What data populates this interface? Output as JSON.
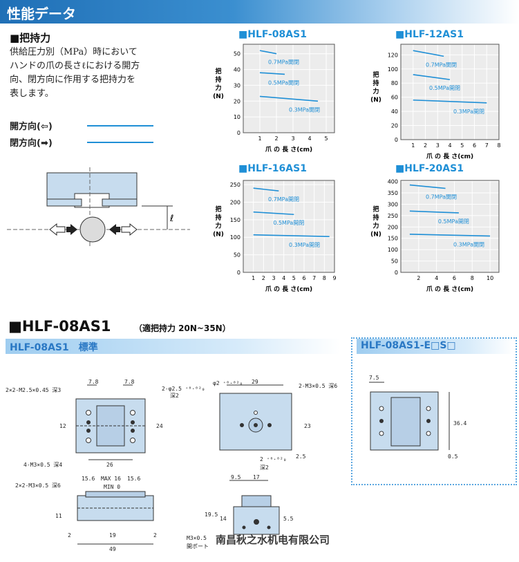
{
  "header": {
    "title": "性能データ"
  },
  "grip_section": {
    "title": "■把持力",
    "description_lines": [
      "供給圧力別（MPa）時において",
      "ハンドの爪の長さℓにおける開方",
      "向、閉方向に作用する把持力を",
      "表します。"
    ],
    "legend": [
      {
        "label": "開方向(⇦)"
      },
      {
        "label": "閉方向(➡)"
      }
    ],
    "diagram": {
      "dim_label": "ℓ"
    }
  },
  "chart_data": [
    {
      "type": "line",
      "title": "■HLF-08AS1",
      "xlabel": "爪 の 長 さ(cm)",
      "ylabel": "把持力(N)",
      "xticks": [
        1,
        2,
        3,
        4,
        5
      ],
      "yticks": [
        0,
        10,
        20,
        30,
        40,
        50
      ],
      "xlim": [
        0,
        5.5
      ],
      "ylim": [
        0,
        56
      ],
      "series": [
        {
          "name": "0.7MPa開閉",
          "x": [
            1,
            2
          ],
          "y": [
            52,
            50
          ]
        },
        {
          "name": "0.5MPa開閉",
          "x": [
            1,
            2.5
          ],
          "y": [
            38,
            37
          ]
        },
        {
          "name": "0.3MPa開閉",
          "x": [
            1,
            4.5
          ],
          "y": [
            23,
            20
          ]
        }
      ]
    },
    {
      "type": "line",
      "title": "■HLF-12AS1",
      "xlabel": "爪 の 長 さ(cm)",
      "ylabel": "把持力(N)",
      "xticks": [
        1,
        2,
        3,
        4,
        5,
        6,
        7,
        8
      ],
      "yticks": [
        0,
        20,
        40,
        60,
        80,
        100,
        120
      ],
      "xlim": [
        0,
        8
      ],
      "ylim": [
        0,
        135
      ],
      "series": [
        {
          "name": "0.7MPa開閉",
          "x": [
            1,
            3.5
          ],
          "y": [
            126,
            118
          ]
        },
        {
          "name": "0.5MPa開閉",
          "x": [
            1,
            4
          ],
          "y": [
            92,
            85
          ]
        },
        {
          "name": "0.3MPa開閉",
          "x": [
            1,
            7
          ],
          "y": [
            56,
            52
          ]
        }
      ]
    },
    {
      "type": "line",
      "title": "■HLF-16AS1",
      "xlabel": "爪 の 長 さ(cm)",
      "ylabel": "把持力(N)",
      "xticks": [
        1,
        2,
        3,
        4,
        5,
        6,
        7,
        8,
        9
      ],
      "yticks": [
        0,
        50,
        100,
        150,
        200,
        250
      ],
      "xlim": [
        0,
        9
      ],
      "ylim": [
        0,
        262
      ],
      "series": [
        {
          "name": "0.7MPa開閉",
          "x": [
            1,
            3.5
          ],
          "y": [
            240,
            232
          ]
        },
        {
          "name": "0.5MPa開閉",
          "x": [
            1,
            5
          ],
          "y": [
            172,
            165
          ]
        },
        {
          "name": "0.3MPa開閉",
          "x": [
            1,
            8.5
          ],
          "y": [
            107,
            102
          ]
        }
      ]
    },
    {
      "type": "line",
      "title": "■HLF-20AS1",
      "xlabel": "爪 の 長 さ(cm)",
      "ylabel": "把持力(N)",
      "xticks": [
        2,
        4,
        6,
        8,
        10
      ],
      "yticks": [
        0,
        50,
        100,
        150,
        200,
        250,
        300,
        350,
        400
      ],
      "xlim": [
        0,
        11
      ],
      "ylim": [
        0,
        405
      ],
      "series": [
        {
          "name": "0.7MPa開閉",
          "x": [
            1,
            5
          ],
          "y": [
            385,
            370
          ]
        },
        {
          "name": "0.5MPa開閉",
          "x": [
            1,
            6.5
          ],
          "y": [
            270,
            262
          ]
        },
        {
          "name": "0.3MPa開閉",
          "x": [
            1,
            10
          ],
          "y": [
            168,
            160
          ]
        }
      ]
    }
  ],
  "model_section": {
    "title": "■HLF-08AS1",
    "subtitle": "（適把持力 20N~35N）",
    "band_left": "HLF-08AS1　標準",
    "band_right": "HLF-08AS1-E□S□"
  },
  "dims": {
    "top_view": {
      "d1": "7.8",
      "d2": "7.8",
      "pin": "2-φ2.5 ⁺⁰·⁰²₀",
      "pin_depth": "深2",
      "tap1": "2×2-M2.5×0.45 深3",
      "tap2": "4-M3×0.5 深4",
      "w12": "12",
      "w24": "24",
      "w26": "26"
    },
    "end_view": {
      "pin": "φ2 ⁺⁰·⁰²₀",
      "w29": "29",
      "tap": "2-M3×0.5 深6",
      "h23": "23",
      "h2_5": "2.5",
      "pin2": "2 ⁺⁰·⁰²₀",
      "pin2_depth": "深2"
    },
    "side_view": {
      "d15_6a": "15.6",
      "max16": "MAX 16",
      "d15_6b": "15.6",
      "min0": "MIN 0",
      "tap": "2×2-M3×0.5 深6",
      "h11": "11",
      "d2a": "2",
      "d19": "19",
      "d2b": "2",
      "d49": "49"
    },
    "front_view": {
      "d9_5": "9.5",
      "d17": "17",
      "h19_5": "19.5",
      "h14": "14",
      "h5_5": "5.5",
      "port": "M3×0.5",
      "port2": "開ポート"
    },
    "e_variant": {
      "d7_5": "7.5",
      "h36_4": "36.4",
      "d0_5": "0.5"
    }
  },
  "watermark": "南昌秋之水机电有限公司",
  "colors": {
    "accent": "#1f8fd6",
    "chart_bg": "#ececec",
    "band": "#9fcdf0",
    "part": "#c7dcee"
  }
}
